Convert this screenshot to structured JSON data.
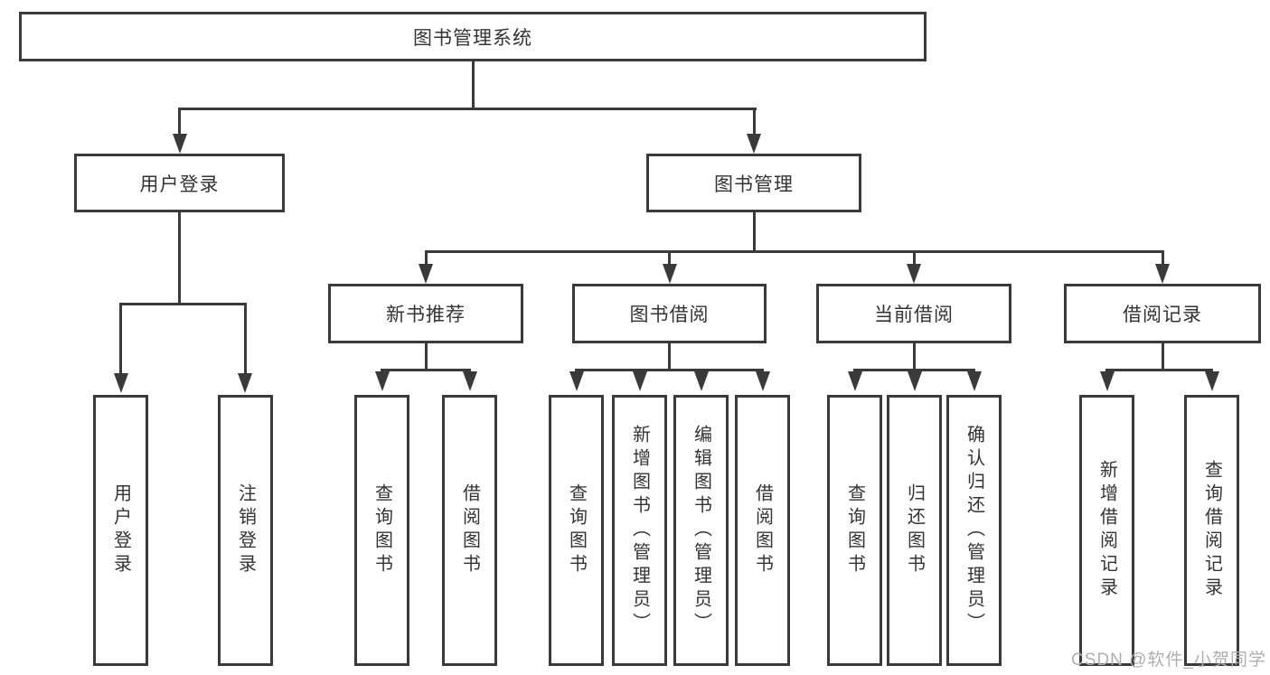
{
  "tree": {
    "root": {
      "label": "图书管理系统",
      "children": [
        {
          "label": "用户登录",
          "children": [
            {
              "label": "用户登录"
            },
            {
              "label": "注销登录"
            }
          ]
        },
        {
          "label": "图书管理",
          "children": [
            {
              "label": "新书推荐",
              "children": [
                {
                  "label": "查询图书"
                },
                {
                  "label": "借阅图书"
                }
              ]
            },
            {
              "label": "图书借阅",
              "children": [
                {
                  "label": "查询图书"
                },
                {
                  "label": "新增图书（管理员）"
                },
                {
                  "label": "编辑图书（管理员）"
                },
                {
                  "label": "借阅图书"
                }
              ]
            },
            {
              "label": "当前借阅",
              "children": [
                {
                  "label": "查询图书"
                },
                {
                  "label": "归还图书"
                },
                {
                  "label": "确认归还（管理员）"
                }
              ]
            },
            {
              "label": "借阅记录",
              "children": [
                {
                  "label": "新增借阅记录"
                },
                {
                  "label": "查询借阅记录"
                }
              ]
            }
          ]
        }
      ]
    }
  },
  "watermark": {
    "text": "CSDN @软件_小贺同学"
  },
  "colors": {
    "line": "#3a3a3a",
    "text": "#333333",
    "watermark": "#aeaeae",
    "box_fill": "#ffffff"
  }
}
